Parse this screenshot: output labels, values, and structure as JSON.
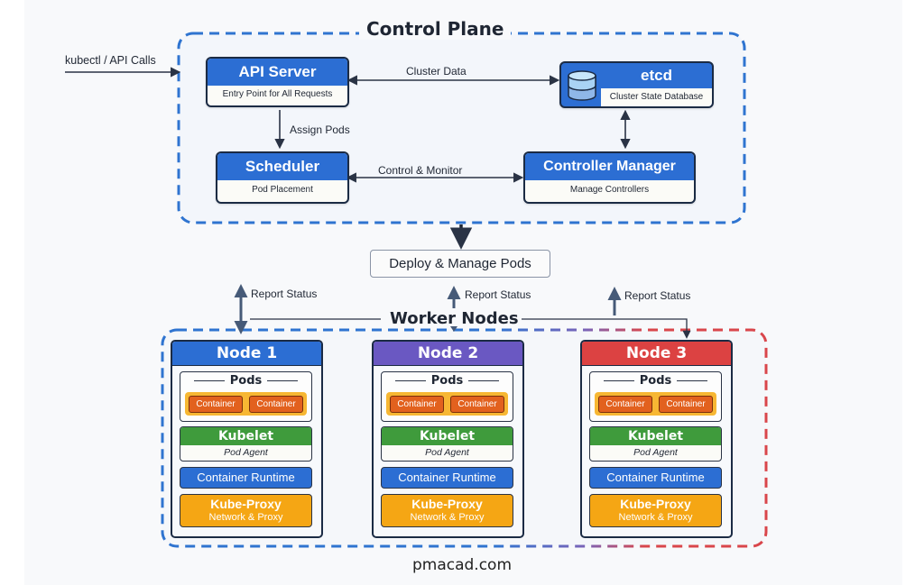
{
  "diagram": {
    "external": {
      "label": "kubectl / API Calls"
    },
    "control_plane": {
      "title": "Control Plane",
      "border_color": "#2f74d0",
      "components": {
        "api_server": {
          "title": "API Server",
          "subtitle": "Entry Point for All Requests"
        },
        "etcd": {
          "title": "etcd",
          "subtitle": "Cluster State Database",
          "icon": "database-icon"
        },
        "scheduler": {
          "title": "Scheduler",
          "subtitle": "Pod Placement"
        },
        "controller_manager": {
          "title": "Controller Manager",
          "subtitle": "Manage Controllers"
        }
      },
      "edges": {
        "cluster_data": "Cluster Data",
        "assign_pods": "Assign Pods",
        "control_monitor": "Control & Monitor"
      }
    },
    "deploy": {
      "label": "Deploy & Manage Pods"
    },
    "report_status": [
      "Report Status",
      "Report Status",
      "Report Status"
    ],
    "worker_nodes": {
      "title": "Worker Nodes",
      "nodes": [
        {
          "name": "Node 1",
          "color": "#2c6ed3",
          "pods_title": "Pods",
          "containers": [
            "Container",
            "Container"
          ],
          "kubelet": "Kubelet",
          "kubelet_sub": "Pod Agent",
          "runtime": "Container Runtime",
          "proxy": "Kube-Proxy",
          "proxy_sub": "Network & Proxy"
        },
        {
          "name": "Node 2",
          "color": "#6a58c2",
          "pods_title": "Pods",
          "containers": [
            "Container",
            "Container"
          ],
          "kubelet": "Kubelet",
          "kubelet_sub": "Pod Agent",
          "runtime": "Container Runtime",
          "proxy": "Kube-Proxy",
          "proxy_sub": "Network & Proxy"
        },
        {
          "name": "Node 3",
          "color": "#dc4242",
          "pods_title": "Pods",
          "containers": [
            "Container",
            "Container"
          ],
          "kubelet": "Kubelet",
          "kubelet_sub": "Pod Agent",
          "runtime": "Container Runtime",
          "proxy": "Kube-Proxy",
          "proxy_sub": "Network & Proxy"
        }
      ]
    },
    "colors": {
      "component_blue": "#2c6ed3",
      "kubelet_green": "#3f9b3c",
      "proxy_orange": "#f5a614",
      "container_orange": "#e2611e",
      "pods_tray": "#f7b733",
      "worker_border_red": "#d9464b"
    },
    "footer": "pmacad.com"
  }
}
